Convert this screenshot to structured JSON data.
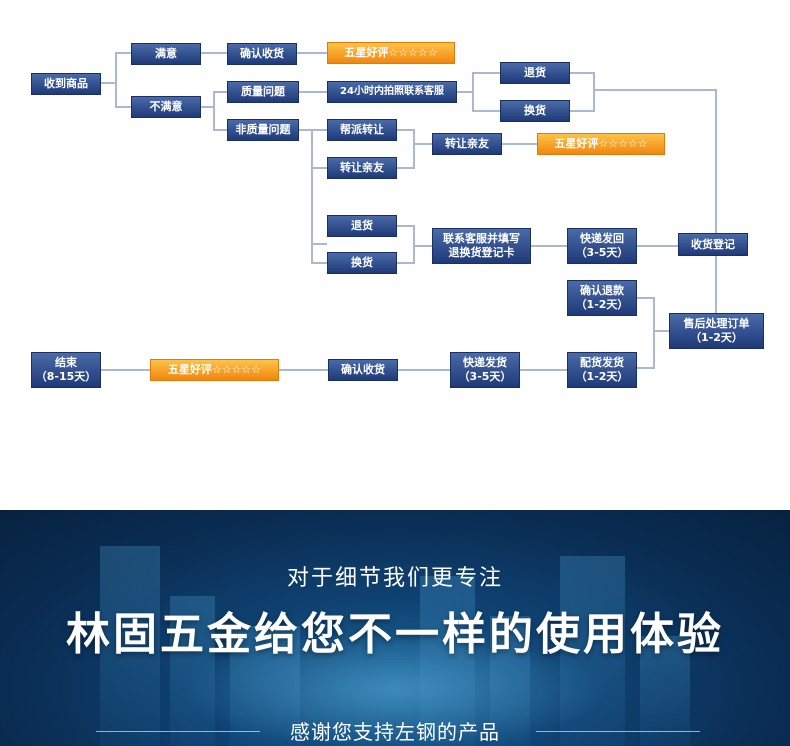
{
  "flow": {
    "received": "收到商品",
    "satisfied": "满意",
    "dissatisfied": "不满意",
    "confirm_receipt_1": "确认收货",
    "five_star_1": "五星好评☆☆☆☆☆",
    "quality_issue": "质量问题",
    "non_quality_issue": "非质量问题",
    "photo_contact": "24小时内拍照联系客服",
    "return_1": "退货",
    "exchange_1": "换货",
    "help_transfer": "帮派转让",
    "transfer_friend_1": "转让亲友",
    "transfer_friend_2": "转让亲友",
    "five_star_2": "五星好评☆☆☆☆☆",
    "return_2": "退货",
    "exchange_2": "换货",
    "contact_fill_card": "联系客服并填写\n退换货登记卡",
    "express_back": "快递发回\n（3-5天）",
    "receipt_register": "收货登记",
    "confirm_refund": "确认退款\n（1-2天）",
    "after_sales": "售后处理订单\n（1-2天）",
    "ship_goods": "配货发货\n（1-2天）",
    "express_ship": "快递发货\n（3-5天）",
    "confirm_receipt_2": "确认收货",
    "five_star_3": "五星好评☆☆☆☆☆",
    "end": "结束\n（8-15天）"
  },
  "banner": {
    "subtitle": "对于细节我们更专注",
    "headline": "林固五金给您不一样的使用体验",
    "thanks": "感谢您支持左钢的产品"
  },
  "colors": {
    "node_top": "#4a6aa8",
    "node_bottom": "#1f3a78",
    "star_top": "#ffc247",
    "star_bottom": "#f0860f",
    "connector": "#aab8d0"
  }
}
